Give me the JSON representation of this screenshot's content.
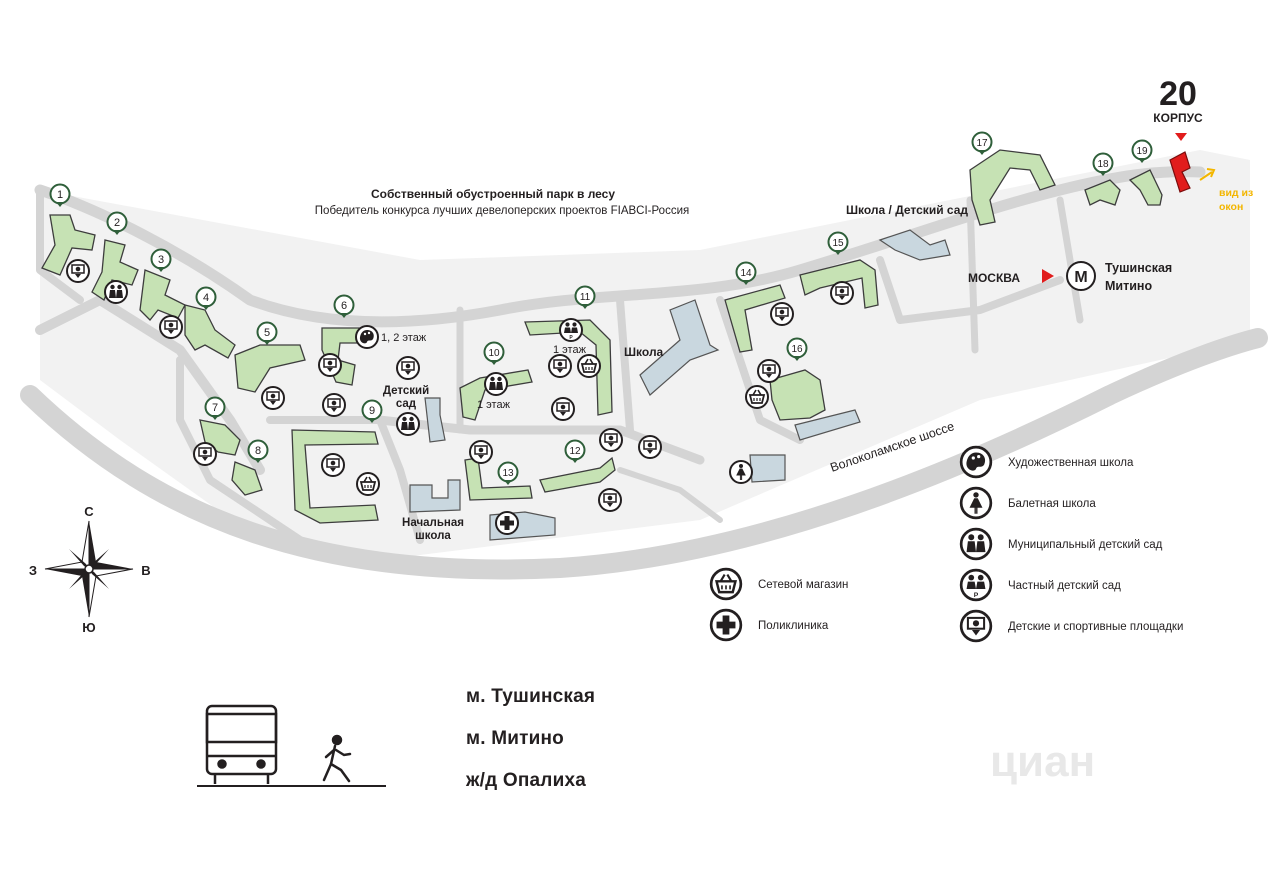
{
  "header": {
    "corpus_number": "20",
    "corpus_label": "КОРПУС",
    "park_title": "Собственный обустроенный парк в лесу",
    "park_subtitle": "Победитель конкурса лучших девелоперских проектов FIABCI-Россия",
    "window_view": "вид из\nокон"
  },
  "colors": {
    "road": "#d4d4d4",
    "ground": "#f0f0f0",
    "building_green": "#c6e2b4",
    "building_stroke": "#3d3d3d",
    "building_blue": "#c9d7df",
    "highlight": "#e11c1c",
    "accent_yellow": "#f3b600",
    "marker_green": "#2f5f3a"
  },
  "buildings": [
    "1",
    "2",
    "3",
    "4",
    "5",
    "6",
    "7",
    "8",
    "9",
    "10",
    "11",
    "12",
    "13",
    "14",
    "15",
    "16",
    "17",
    "18",
    "19"
  ],
  "map_labels": {
    "detsky_sad": "Детский\nсад",
    "floors_1_2": "1, 2 этаж",
    "floor_1_a": "1 этаж",
    "floor_1_b": "1 этаж",
    "shkola": "Школа",
    "nachalnaya_shkola": "Начальная\nшкола",
    "shkola_detsky_sad": "Школа / Детский сад",
    "moskva": "МОСКВА",
    "metro_line1": "Тушинская",
    "metro_line2": "Митино",
    "metro_letter": "M",
    "highway": "Волоколамское шоссе"
  },
  "compass": {
    "n": "С",
    "s": "Ю",
    "w": "З",
    "e": "В"
  },
  "legend": [
    {
      "icon": "palette-icon",
      "label": "Художественная школа"
    },
    {
      "icon": "ballerina-icon",
      "label": "Балетная школа"
    },
    {
      "icon": "children-icon",
      "label": "Муниципальный детский сад"
    },
    {
      "icon": "private-children-icon",
      "label": "Частный детский сад"
    },
    {
      "icon": "playground-icon",
      "label": "Детские и спортивные площадки"
    }
  ],
  "legend_left": [
    {
      "icon": "basket-icon",
      "label": "Сетевой магазин"
    },
    {
      "icon": "cross-icon",
      "label": "Поликлиника"
    }
  ],
  "transport": [
    "м. Тушинская",
    "м. Митино",
    "ж/д Опалиха"
  ],
  "watermark": "циан"
}
